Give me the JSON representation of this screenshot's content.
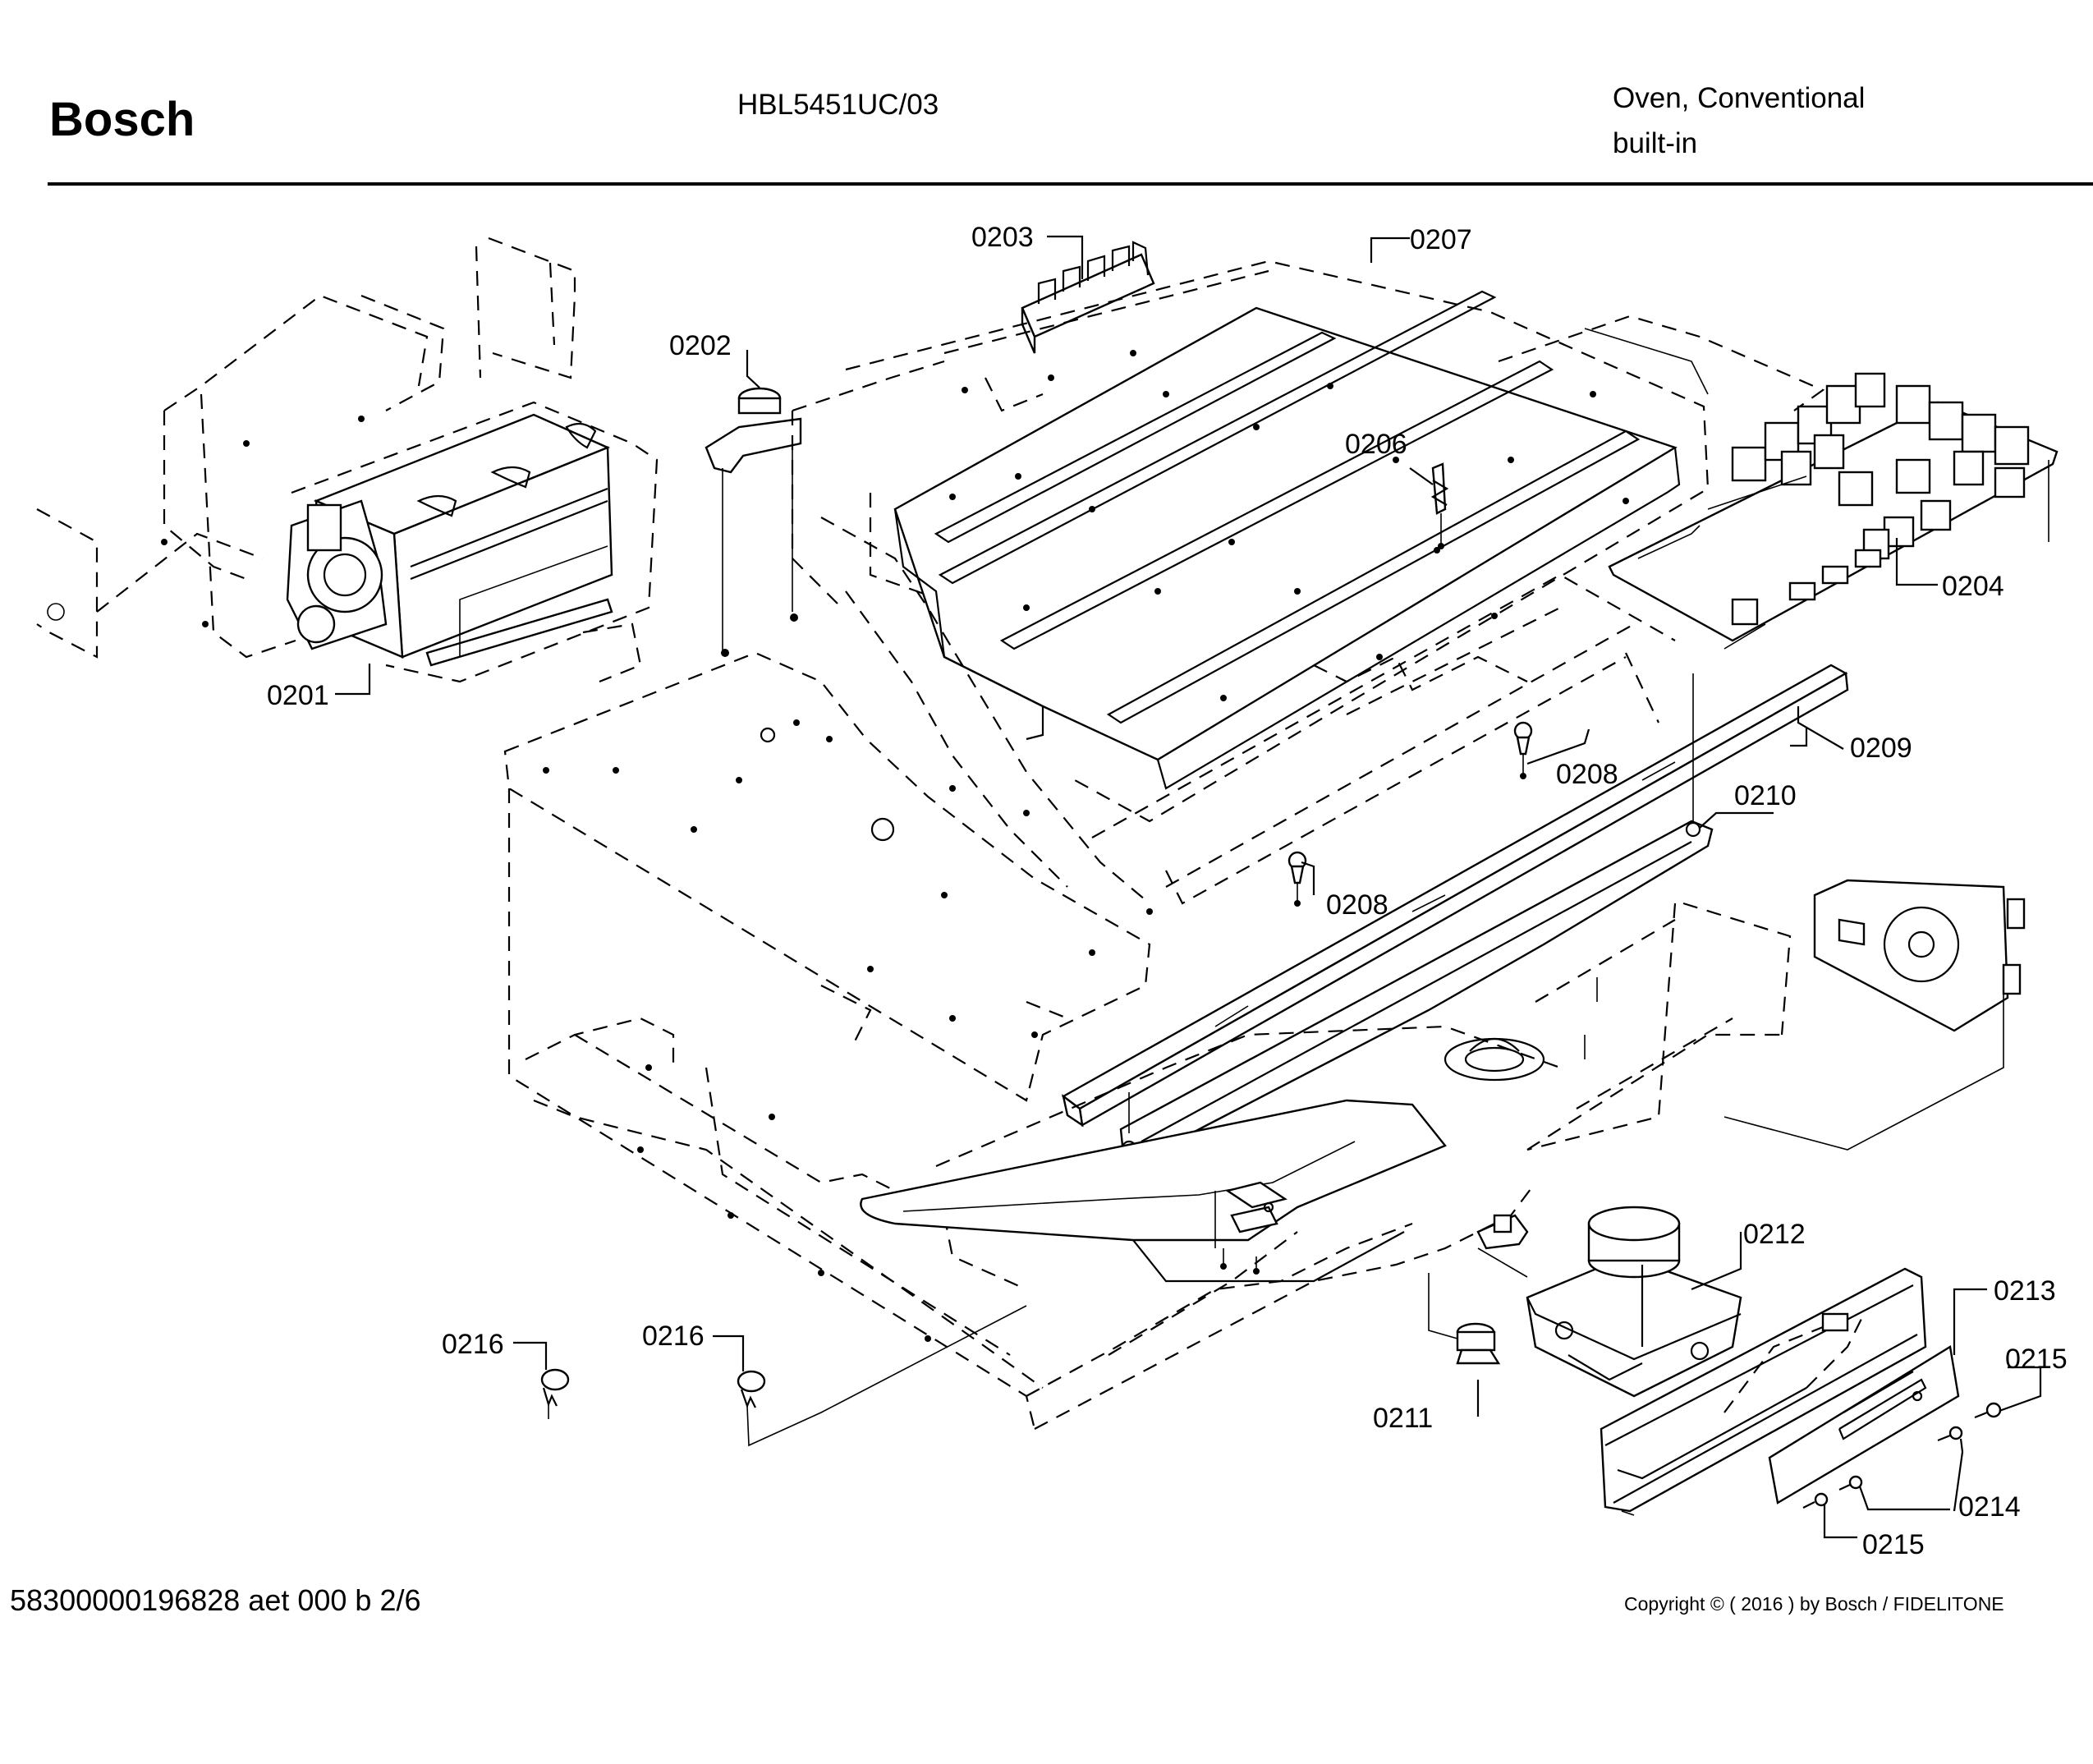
{
  "header": {
    "brand": "Bosch",
    "model": "HBL5451UC/03",
    "description_line1": "Oven, Conventional",
    "description_line2": "built-in"
  },
  "footer": {
    "document_id": "58300000196828 aet 000 b 2/6",
    "copyright": "Copyright © ( 2016 ) by Bosch  / FIDELITONE"
  },
  "part_labels": {
    "p0201": "0201",
    "p0202": "0202",
    "p0203": "0203",
    "p0204": "0204",
    "p0206": "0206",
    "p0207": "0207",
    "p0208a": "0208",
    "p0208b": "0208",
    "p0209": "0209",
    "p0210": "0210",
    "p0211": "0211",
    "p0212": "0212",
    "p0213": "0213",
    "p0214": "0214",
    "p0215a": "0215",
    "p0215b": "0215",
    "p0216a": "0216",
    "p0216b": "0216"
  }
}
